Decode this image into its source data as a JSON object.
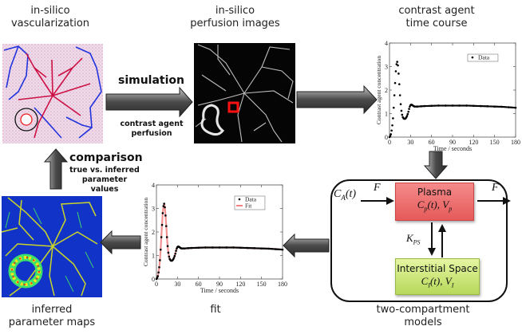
{
  "panels": {
    "vascularization": {
      "title_line1": "in-silico",
      "title_line2": "vascularization"
    },
    "perfusion": {
      "title_line1": "in-silico",
      "title_line2": "perfusion images"
    },
    "time_course": {
      "title_line1": "contrast agent",
      "title_line2": "time course"
    },
    "parameter_maps": {
      "title_line1": "inferred",
      "title_line2": "parameter maps"
    },
    "fit": {
      "title": "fit"
    },
    "models": {
      "title_line1": "two-compartment",
      "title_line2": "models"
    }
  },
  "arrows": {
    "simulation": {
      "label": "simulation",
      "sublabel_line1": "contrast agent",
      "sublabel_line2": "perfusion"
    },
    "comparison": {
      "label": "comparison",
      "sublabel_line1": "true vs. inferred",
      "sublabel_line2": "parameter values"
    }
  },
  "model": {
    "input": "C",
    "input_sub": "A",
    "input_arg": "(t)",
    "flow_in": "F",
    "flow_out": "F",
    "exchange": "K",
    "exchange_sub": "PS",
    "plasma": {
      "label": "Plasma",
      "c": "C",
      "c_sub": "p",
      "v": "V",
      "v_sub": "p"
    },
    "interstitial": {
      "label": "Interstitial Space",
      "c": "C",
      "c_sub": "I",
      "v": "V",
      "v_sub": "I"
    },
    "colors": {
      "plasma": "#e96565",
      "interstitial": "#c9e57a"
    }
  },
  "chart_data": [
    {
      "id": "time_course",
      "type": "scatter",
      "title": "",
      "xlabel": "Time / seconds",
      "ylabel": "Contrast agent concentration",
      "xlim": [
        0,
        180
      ],
      "ylim": [
        0,
        4
      ],
      "xticks": [
        0,
        30,
        60,
        90,
        120,
        150,
        180
      ],
      "yticks": [
        0,
        1,
        2,
        3,
        4
      ],
      "legend": {
        "position": "top-right",
        "entries": [
          "Data"
        ]
      },
      "series": [
        {
          "name": "Data",
          "marker": "dot",
          "color": "#000000",
          "x": [
            0,
            1,
            2,
            3,
            4,
            5,
            6,
            7,
            8,
            9,
            10,
            11,
            12,
            13,
            14,
            15,
            16,
            17,
            18,
            19,
            20,
            21,
            22,
            23,
            24,
            25,
            26,
            27,
            28,
            29,
            30,
            31,
            32,
            33,
            34,
            35,
            36,
            38,
            40,
            45,
            50,
            60,
            70,
            80,
            90,
            100,
            110,
            120,
            130,
            140,
            150,
            160,
            170,
            180
          ],
          "y": [
            0.0,
            0.05,
            0.12,
            0.28,
            0.5,
            0.8,
            1.25,
            1.78,
            2.3,
            2.8,
            3.1,
            3.2,
            3.05,
            2.7,
            2.25,
            1.78,
            1.4,
            1.12,
            0.95,
            0.85,
            0.8,
            0.78,
            0.78,
            0.8,
            0.84,
            0.9,
            0.98,
            1.08,
            1.2,
            1.3,
            1.36,
            1.38,
            1.37,
            1.35,
            1.33,
            1.31,
            1.3,
            1.3,
            1.3,
            1.31,
            1.32,
            1.33,
            1.34,
            1.34,
            1.34,
            1.34,
            1.34,
            1.33,
            1.32,
            1.31,
            1.3,
            1.29,
            1.27,
            1.25
          ]
        }
      ]
    },
    {
      "id": "fit",
      "type": "line",
      "title": "",
      "xlabel": "Time / seconds",
      "ylabel": "Contrast agent concentration",
      "xlim": [
        0,
        180
      ],
      "ylim": [
        0,
        4
      ],
      "xticks": [
        0,
        30,
        60,
        90,
        120,
        150,
        180
      ],
      "yticks": [
        0,
        1,
        2,
        3,
        4
      ],
      "legend": {
        "position": "top-right",
        "entries": [
          "Data",
          "Fit"
        ]
      },
      "series": [
        {
          "name": "Data",
          "marker": "dot",
          "color": "#000000",
          "x": [
            0,
            1,
            2,
            3,
            4,
            5,
            6,
            7,
            8,
            9,
            10,
            11,
            12,
            13,
            14,
            15,
            16,
            17,
            18,
            19,
            20,
            21,
            22,
            23,
            24,
            25,
            26,
            27,
            28,
            29,
            30,
            31,
            32,
            33,
            34,
            35,
            36,
            38,
            40,
            45,
            50,
            60,
            70,
            80,
            90,
            100,
            110,
            120,
            130,
            140,
            150,
            160,
            170,
            180
          ],
          "y": [
            0.0,
            0.05,
            0.12,
            0.28,
            0.5,
            0.8,
            1.25,
            1.78,
            2.3,
            2.8,
            3.1,
            3.2,
            3.05,
            2.7,
            2.25,
            1.78,
            1.4,
            1.12,
            0.95,
            0.85,
            0.8,
            0.78,
            0.78,
            0.8,
            0.84,
            0.9,
            0.98,
            1.08,
            1.2,
            1.3,
            1.36,
            1.38,
            1.37,
            1.35,
            1.33,
            1.31,
            1.3,
            1.3,
            1.3,
            1.31,
            1.32,
            1.33,
            1.34,
            1.34,
            1.34,
            1.34,
            1.34,
            1.33,
            1.32,
            1.31,
            1.3,
            1.29,
            1.27,
            1.25
          ]
        },
        {
          "name": "Fit",
          "marker": "line",
          "color": "#f08080",
          "x": [
            0,
            1,
            2,
            3,
            4,
            5,
            6,
            7,
            8,
            9,
            10,
            11,
            12,
            13,
            14,
            15,
            16,
            17,
            18,
            19,
            20,
            21,
            22,
            23,
            24,
            25,
            26,
            27,
            28,
            29,
            30,
            31,
            32,
            33,
            34,
            35,
            36,
            38,
            40,
            45,
            50,
            60,
            70,
            80,
            90,
            100,
            110,
            120,
            130,
            140,
            150,
            160,
            170,
            180
          ],
          "y": [
            0.0,
            0.05,
            0.12,
            0.28,
            0.5,
            0.8,
            1.25,
            1.78,
            2.3,
            2.8,
            3.1,
            3.2,
            3.05,
            2.7,
            2.25,
            1.78,
            1.4,
            1.12,
            0.95,
            0.85,
            0.8,
            0.78,
            0.78,
            0.8,
            0.84,
            0.9,
            0.98,
            1.08,
            1.2,
            1.3,
            1.36,
            1.38,
            1.37,
            1.35,
            1.33,
            1.31,
            1.3,
            1.3,
            1.3,
            1.31,
            1.32,
            1.33,
            1.34,
            1.34,
            1.34,
            1.34,
            1.34,
            1.33,
            1.32,
            1.31,
            1.3,
            1.29,
            1.27,
            1.25
          ]
        }
      ]
    }
  ]
}
